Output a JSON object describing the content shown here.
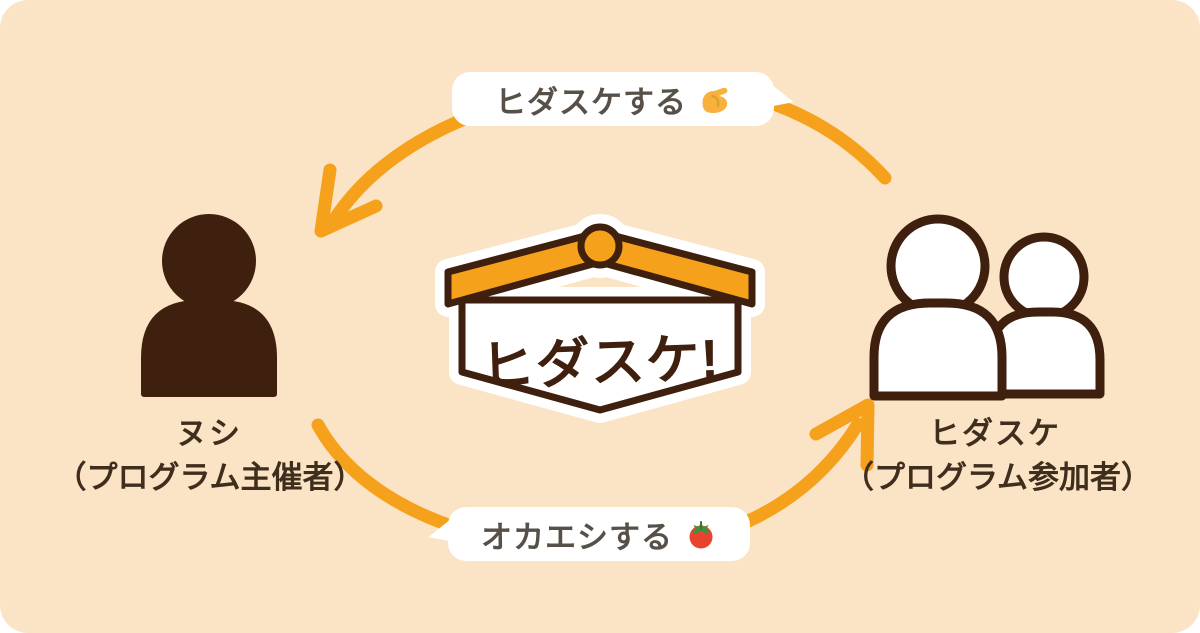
{
  "colors": {
    "background": "#FAE4C5",
    "accent_orange": "#F6A11C",
    "dark_brown": "#3F1F0D",
    "bubble_text": "#575048",
    "label_text": "#3F2E1E",
    "tomato_red": "#E8432C",
    "leaf_green": "#3E9142",
    "muscle_yellow": "#F7B13C"
  },
  "logo": {
    "text": "ヒダスケ!"
  },
  "bubbles": {
    "top": {
      "text": "ヒダスケする",
      "icon": "muscle-icon"
    },
    "bottom": {
      "text": "オカエシする",
      "icon": "tomato-icon"
    }
  },
  "actors": {
    "left": {
      "name": "ヌシ",
      "role": "（プログラム主催者）"
    },
    "right": {
      "name": "ヒダスケ",
      "role": "（プログラム参加者）"
    }
  }
}
